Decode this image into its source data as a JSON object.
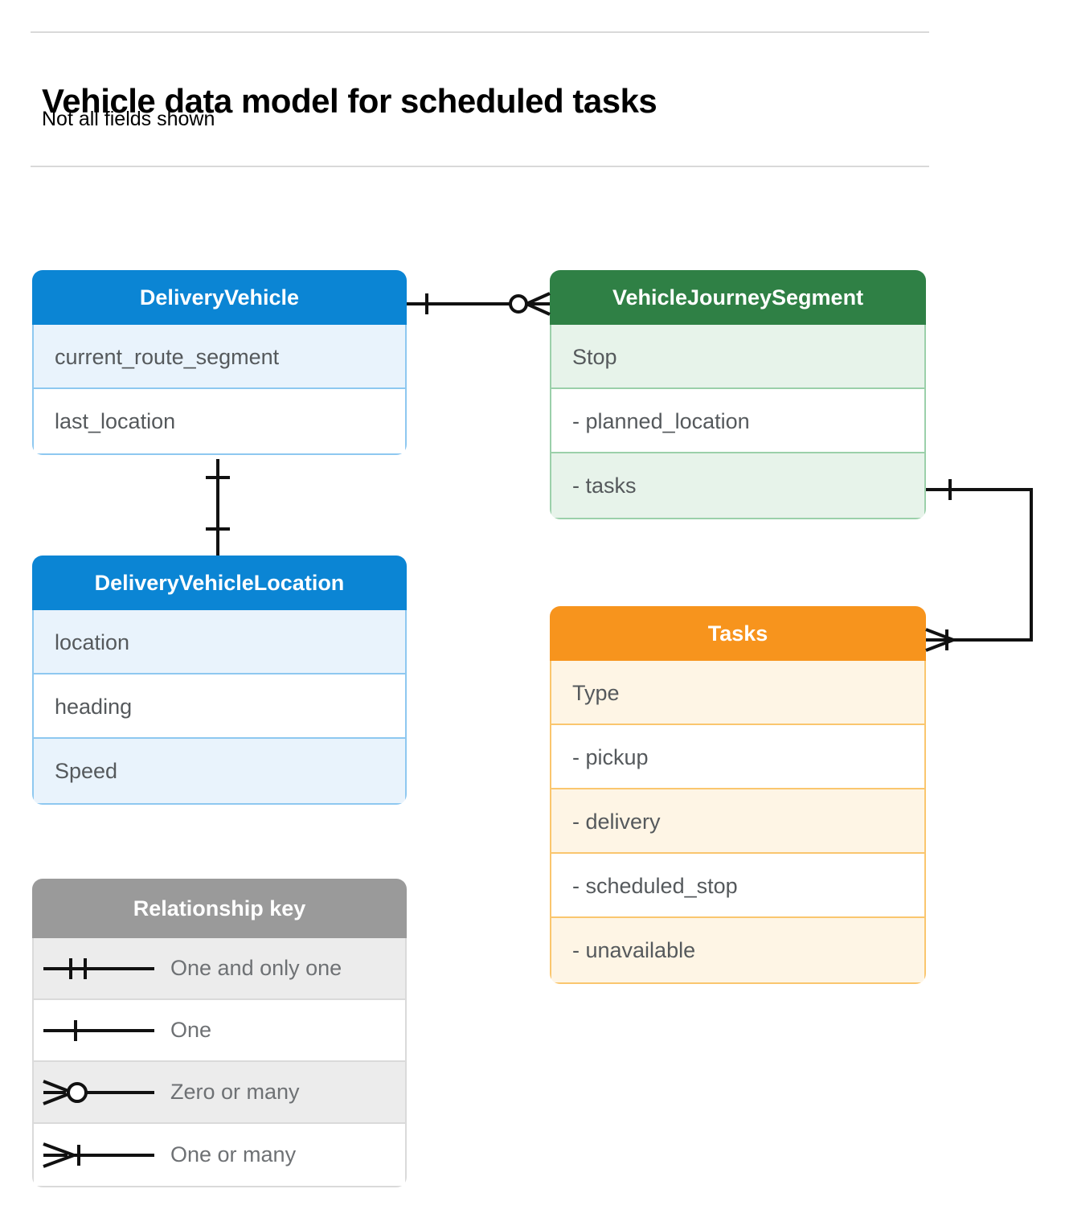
{
  "header": {
    "title": "Vehicle data model for scheduled tasks",
    "subtitle": "Not all fields shown"
  },
  "entities": [
    {
      "id": "delivery-vehicle",
      "name": "DeliveryVehicle",
      "color": "#0b85d4",
      "rows": [
        "current_route_segment",
        "last_location"
      ]
    },
    {
      "id": "vehicle-journey-segment",
      "name": "VehicleJourneySegment",
      "color": "#2f8045",
      "rows": [
        "Stop",
        "-  planned_location",
        "- tasks"
      ]
    },
    {
      "id": "delivery-vehicle-location",
      "name": "DeliveryVehicleLocation",
      "color": "#0b85d4",
      "rows": [
        "location",
        "heading",
        "Speed"
      ]
    },
    {
      "id": "tasks",
      "name": "Tasks",
      "color": "#f7941d",
      "rows": [
        "Type",
        "-  pickup",
        "-  delivery",
        "-  scheduled_stop",
        "-  unavailable"
      ]
    }
  ],
  "legend": {
    "title": "Relationship key",
    "header_color": "#9a9a9a",
    "items": [
      {
        "symbol": "one-and-only-one",
        "label": "One and only one"
      },
      {
        "symbol": "one",
        "label": "One"
      },
      {
        "symbol": "zero-or-many",
        "label": "Zero or many"
      },
      {
        "symbol": "one-or-many",
        "label": "One or many"
      }
    ]
  },
  "relationships": [
    {
      "id": "vehicle-to-journey-segment",
      "from": "DeliveryVehicle",
      "to": "VehicleJourneySegment",
      "from_cardinality": "One",
      "to_cardinality": "Zero or many"
    },
    {
      "id": "vehicle-to-vehicle-location",
      "from": "DeliveryVehicle",
      "to": "DeliveryVehicleLocation",
      "from_cardinality": "One",
      "to_cardinality": "One"
    },
    {
      "id": "journey-segment-tasks-to-tasks",
      "from": "VehicleJourneySegment.tasks",
      "to": "Tasks",
      "from_cardinality": "One",
      "to_cardinality": "One or many"
    }
  ]
}
